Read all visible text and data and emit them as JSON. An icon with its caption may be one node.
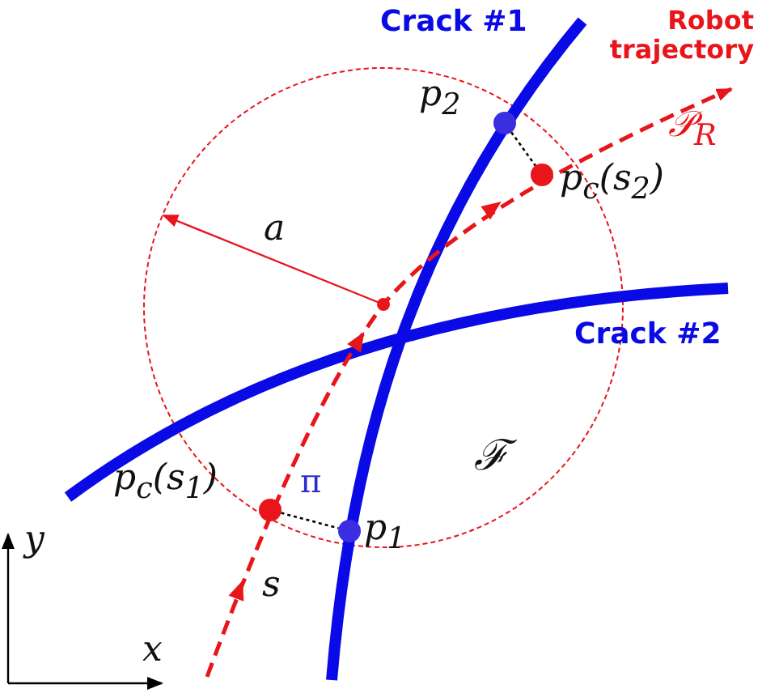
{
  "diagram": {
    "nodes": [
      {
        "text": [
          "p$_{2}$"
        ]
      },
      {
        "text": [
          "p$_{c}$(s$_{2}$)"
        ]
      },
      {
        "text": [
          "p$_{c}$(s$_{1}$)"
        ]
      },
      {
        "text": [
          "p$_{1}$"
        ]
      }
    ],
    "edges": [
      {
        "from": 0,
        "to": 1,
        "arrow": "none",
        "style": "dashed"
      },
      {
        "from": 2,
        "to": 3,
        "arrow": "none",
        "style": "dashed",
        "label": "π"
      }
    ],
    "labels": [
      "Crack #1",
      "Robot trajectory",
      "𝒫$_{R}$",
      "a",
      "Crack #2",
      "ℱ",
      "y",
      "s",
      "x"
    ]
  }
}
